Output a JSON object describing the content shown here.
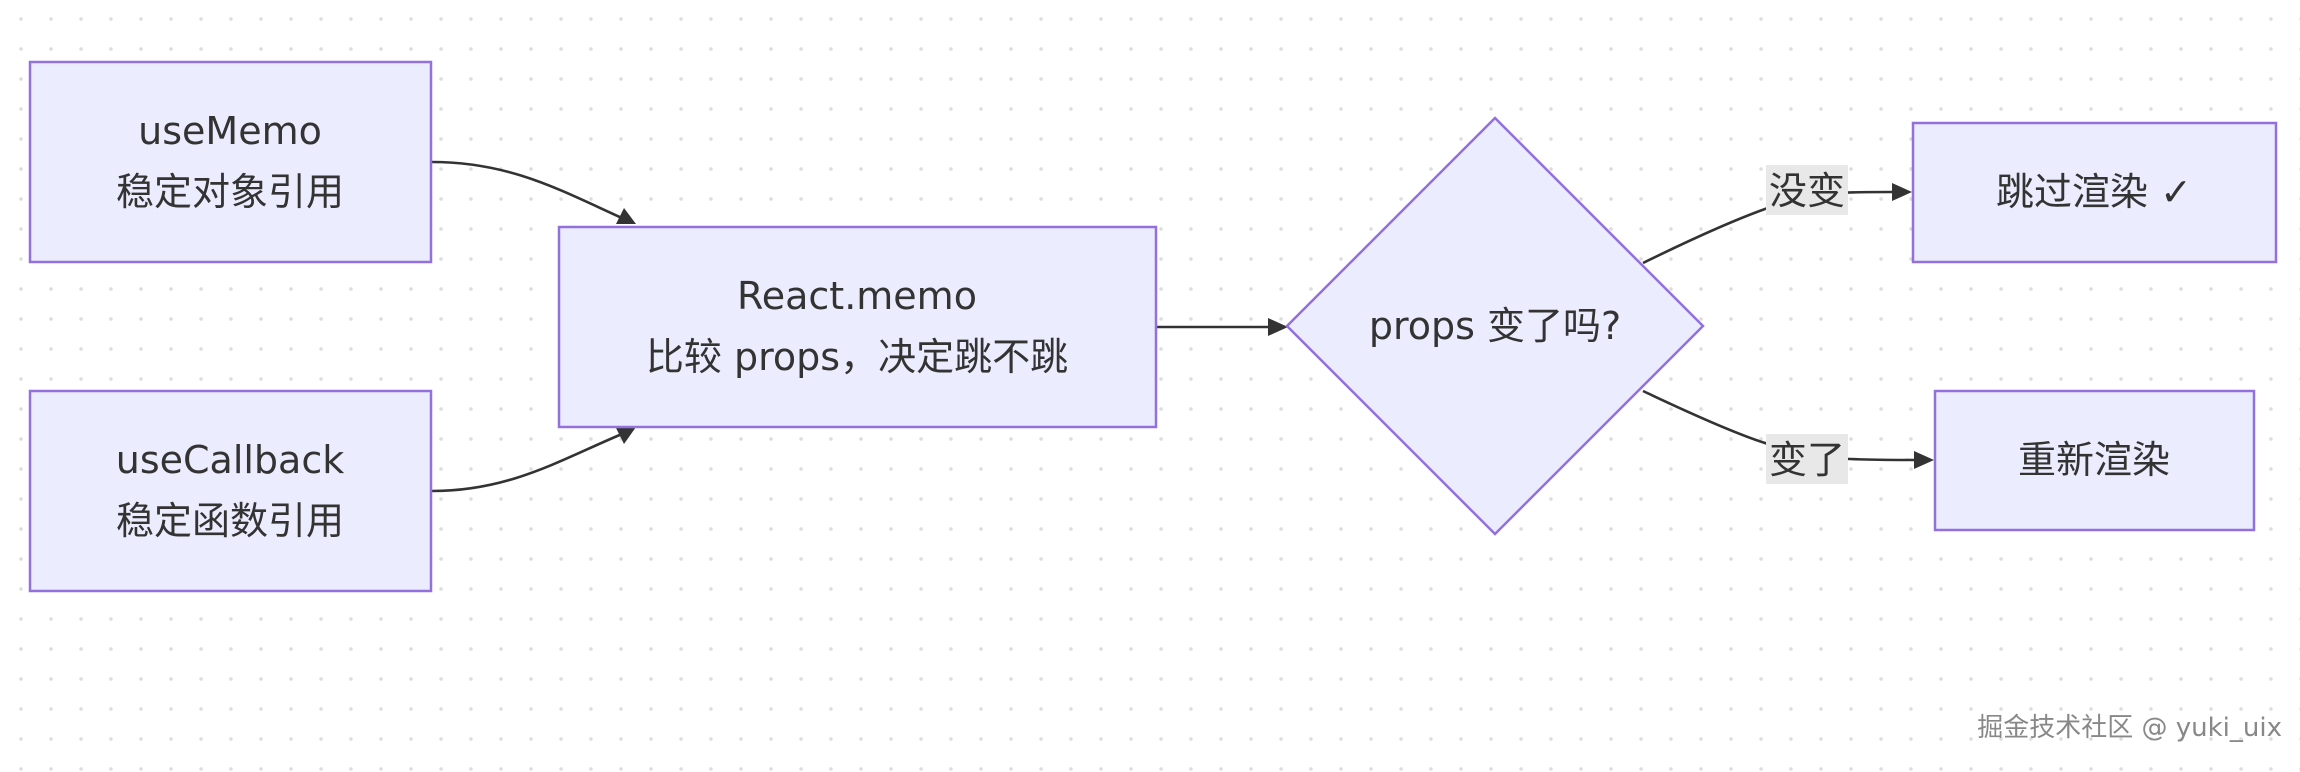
{
  "diagram": {
    "nodes": {
      "use_memo": {
        "line1": "useMemo",
        "line2": "稳定对象引用"
      },
      "use_callback": {
        "line1": "useCallback",
        "line2": "稳定函数引用"
      },
      "react_memo": {
        "line1": "React.memo",
        "line2": "比较 props，决定跳不跳"
      },
      "decision": {
        "label": "props 变了吗?"
      },
      "skip": {
        "label": "跳过渲染 ✓"
      },
      "rerender": {
        "label": "重新渲染"
      }
    },
    "edges": {
      "unchanged": "没变",
      "changed": "变了"
    }
  },
  "watermark": "掘金技术社区 @ yuki_uix",
  "colors": {
    "node_fill": "#ececff",
    "node_stroke": "#9370db",
    "edge": "#333333",
    "label_bg": "#e8e8e8"
  }
}
